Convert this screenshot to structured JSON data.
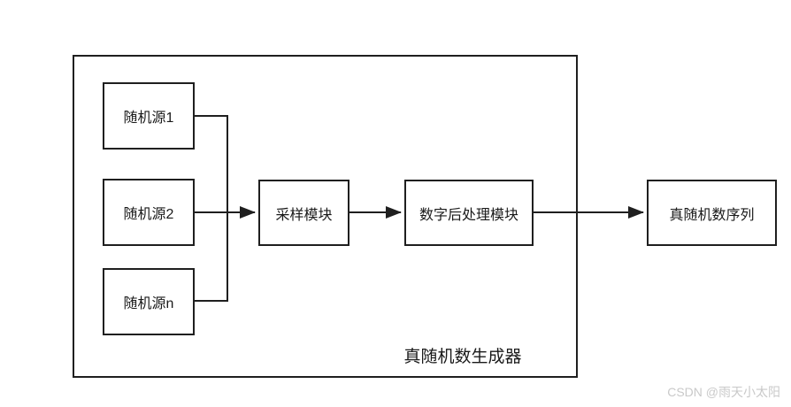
{
  "diagram": {
    "outer_label": "真随机数生成器",
    "sources": [
      {
        "label": "随机源1"
      },
      {
        "label": "随机源2"
      },
      {
        "label": "随机源n"
      }
    ],
    "sampling_label": "采样模块",
    "postprocess_label": "数字后处理模块",
    "output_label": "真随机数序列"
  },
  "watermark": "CSDN @雨天小太阳",
  "colors": {
    "line": "#1f1f1f",
    "box_fill": "#ffffff",
    "text": "#1a1a1a",
    "watermark": "#c9c9c9"
  }
}
